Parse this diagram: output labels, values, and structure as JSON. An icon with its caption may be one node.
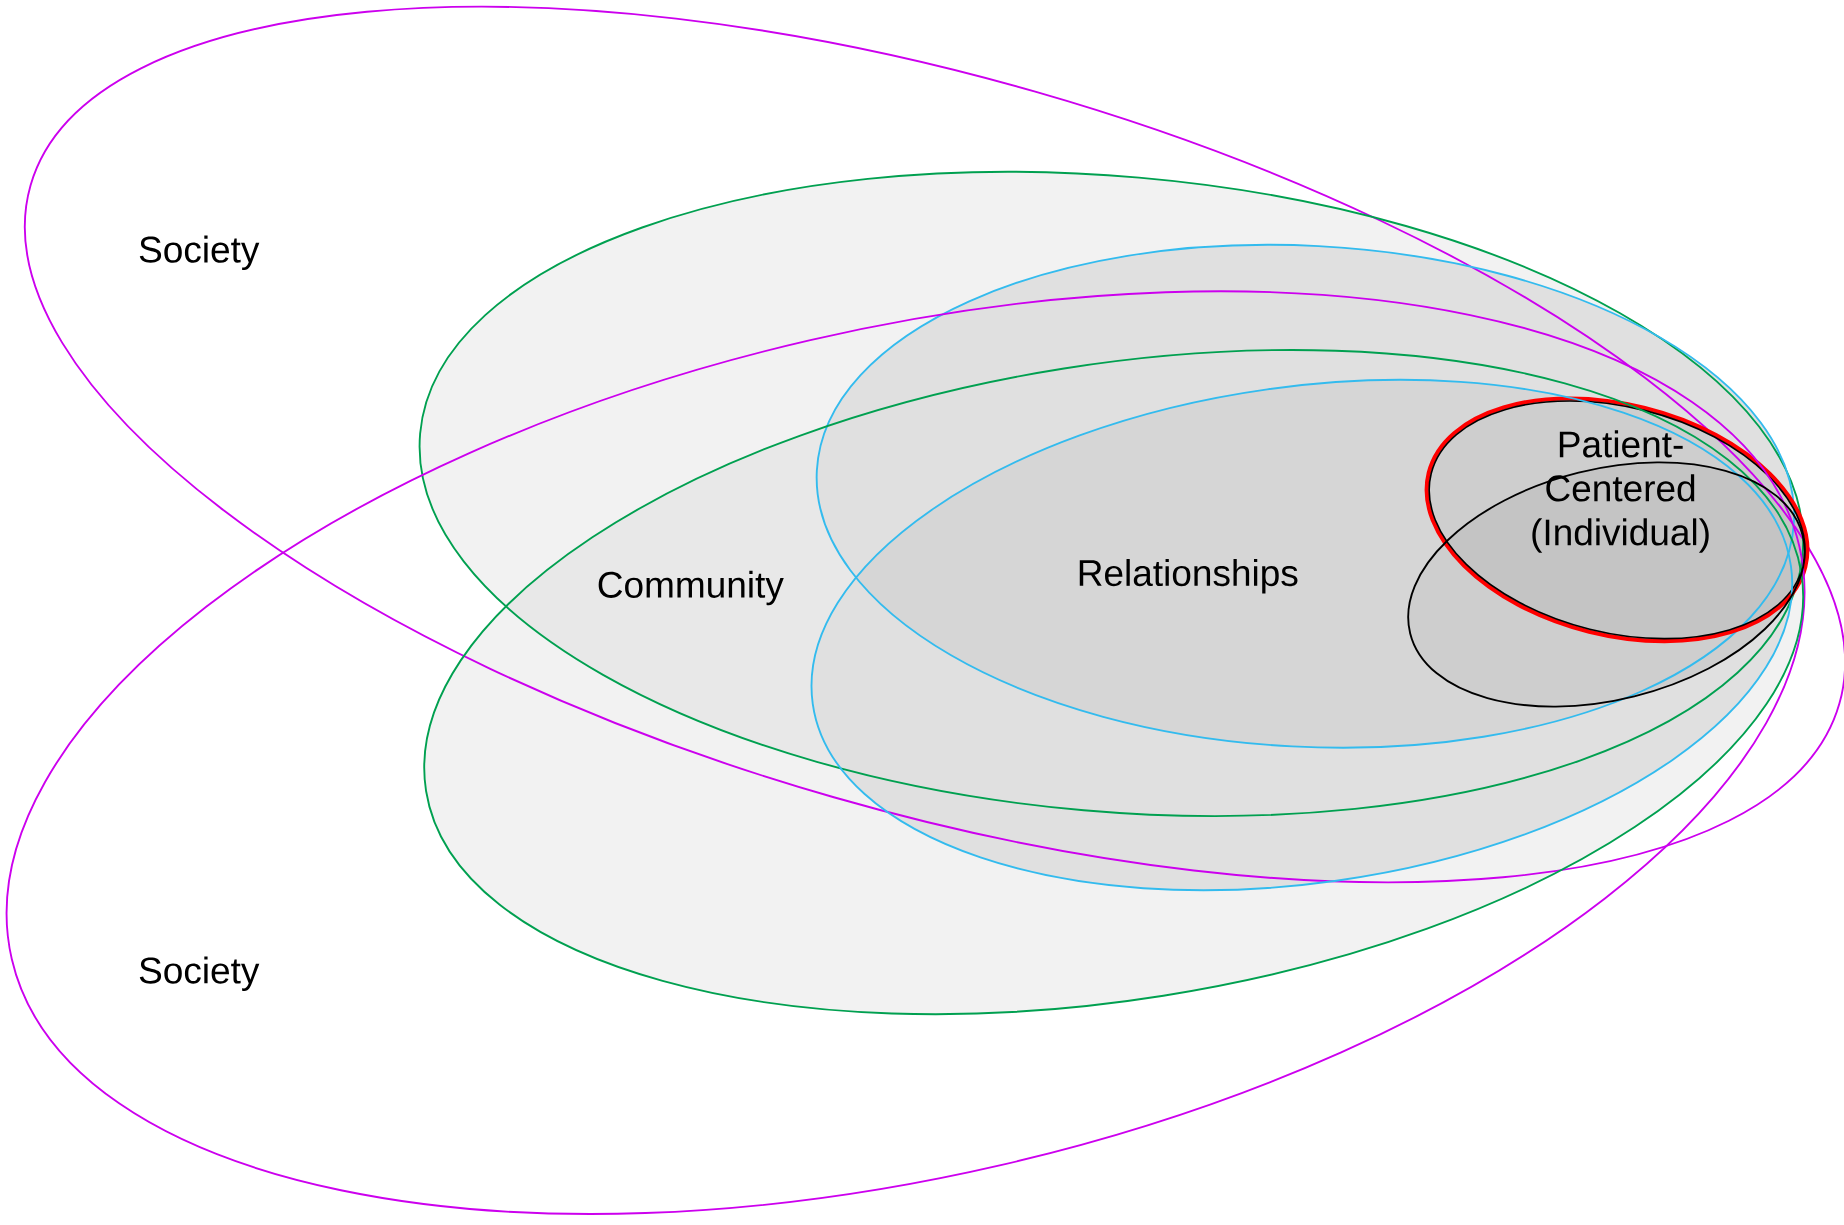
{
  "diagram": {
    "nodes": [
      {
        "text": [
          "Society"
        ]
      },
      {
        "text": [
          "Community"
        ],
        "in": 0
      },
      {
        "text": [
          "Relationships"
        ],
        "in": 1
      },
      {
        "text": [
          "Patient-Centered (Individual)"
        ]
      },
      {
        "text": [
          "Society"
        ]
      },
      {
        "text": [],
        "shape": "ellipse",
        "in": 4
      },
      {
        "text": [],
        "shape": "ellipse",
        "in": 5
      },
      {
        "text": [],
        "shape": "ellipse"
      }
    ]
  }
}
